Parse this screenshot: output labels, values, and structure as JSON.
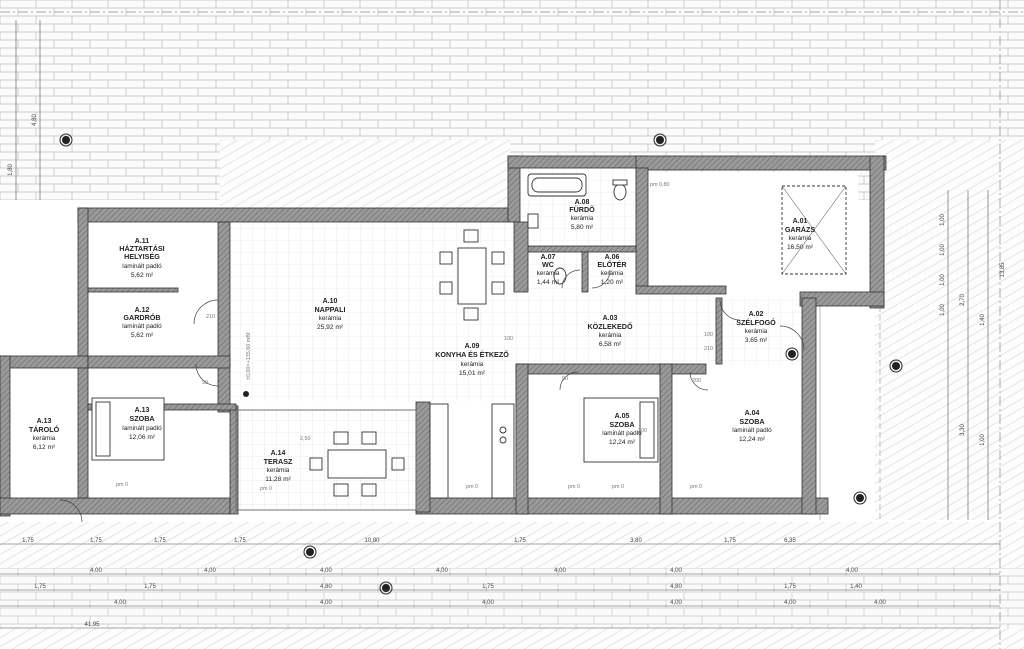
{
  "rooms": [
    {
      "key": "haztartasi",
      "code": "A.11",
      "name": "HÁZTARTÁSI",
      "name2": "HELYISÉG",
      "material": "laminált padló",
      "area": "5,62 m²"
    },
    {
      "key": "gardrob",
      "code": "A.12",
      "name": "GARDRÓB",
      "material": "laminált padló",
      "area": "5,62 m²"
    },
    {
      "key": "nappali",
      "code": "A.10",
      "name": "NAPPALI",
      "material": "kerámia",
      "area": "25,92 m²"
    },
    {
      "key": "konyha",
      "code": "A.09",
      "name": "KONYHA ÉS ÉTKEZŐ",
      "material": "kerámia",
      "area": "15,01 m²"
    },
    {
      "key": "furdo",
      "code": "A.08",
      "name": "FÜRDŐ",
      "material": "kerámia",
      "area": "5,80 m²"
    },
    {
      "key": "wc",
      "code": "A.07",
      "name": "WC",
      "material": "kerámia",
      "area": "1,44 m²"
    },
    {
      "key": "eloter",
      "code": "A.06",
      "name": "ELŐTÉR",
      "material": "kerámia",
      "area": "1,20 m²"
    },
    {
      "key": "garazs",
      "code": "A.01",
      "name": "GARÁZS",
      "material": "kerámia",
      "area": "16,50 m²"
    },
    {
      "key": "kozlekedo",
      "code": "A.03",
      "name": "KÖZLEKEDŐ",
      "material": "kerámia",
      "area": "6,58 m²"
    },
    {
      "key": "szelfogo",
      "code": "A.02",
      "name": "SZÉLFOGÓ",
      "material": "kerámia",
      "area": "3,65 m²"
    },
    {
      "key": "tarolo",
      "code": "A.13",
      "name": "TÁROLÓ",
      "material": "kerámia",
      "area": "6,12 m²"
    },
    {
      "key": "szoba13",
      "code": "A.13",
      "name": "SZOBA",
      "material": "laminált padló",
      "area": "12,06 m²"
    },
    {
      "key": "terasz",
      "code": "A.14",
      "name": "TERASZ",
      "material": "kerámia",
      "area": "11,28 m²"
    },
    {
      "key": "szoba05",
      "code": "A.05",
      "name": "SZOBA",
      "material": "laminált padló",
      "area": "12,24 m²"
    },
    {
      "key": "szoba04",
      "code": "A.04",
      "name": "SZOBA",
      "material": "laminált padló",
      "area": "12,24 m²"
    }
  ],
  "dimensions": {
    "bottom1": [
      "1,75",
      "1,75",
      "1,75",
      "1,75",
      "10,80",
      "1,75",
      "3,80",
      "1,75",
      "6,35"
    ],
    "bottom2": [
      "4,00",
      "4,00",
      "4,00",
      "4,00",
      "4,00",
      "4,00",
      "4,00"
    ],
    "bottom3": [
      "1,75",
      "1,75",
      "4,80",
      "1,75",
      "4,80",
      "1,75",
      "1,40"
    ],
    "bottom4": [
      "4,00",
      "4,00",
      "4,00",
      "4,00",
      "4,00",
      "4,00"
    ],
    "total": "41,95",
    "left": [
      "4,80",
      "1,80"
    ],
    "right": [
      "1,00",
      "1,00",
      "1,00",
      "1,00",
      "13,85",
      "2,70",
      "3,30",
      "1,40",
      "1,00"
    ],
    "inner": [
      "100",
      "100",
      "210",
      "90",
      "90",
      "210",
      "200",
      "200",
      "2,50"
    ],
    "elev_main": "±0,00=+135,60 mBf",
    "elev_small": [
      "pm 0",
      "pm 0",
      "pm 0",
      "pm 0",
      "pm 0",
      "pm 0",
      "pm 0,80"
    ]
  }
}
